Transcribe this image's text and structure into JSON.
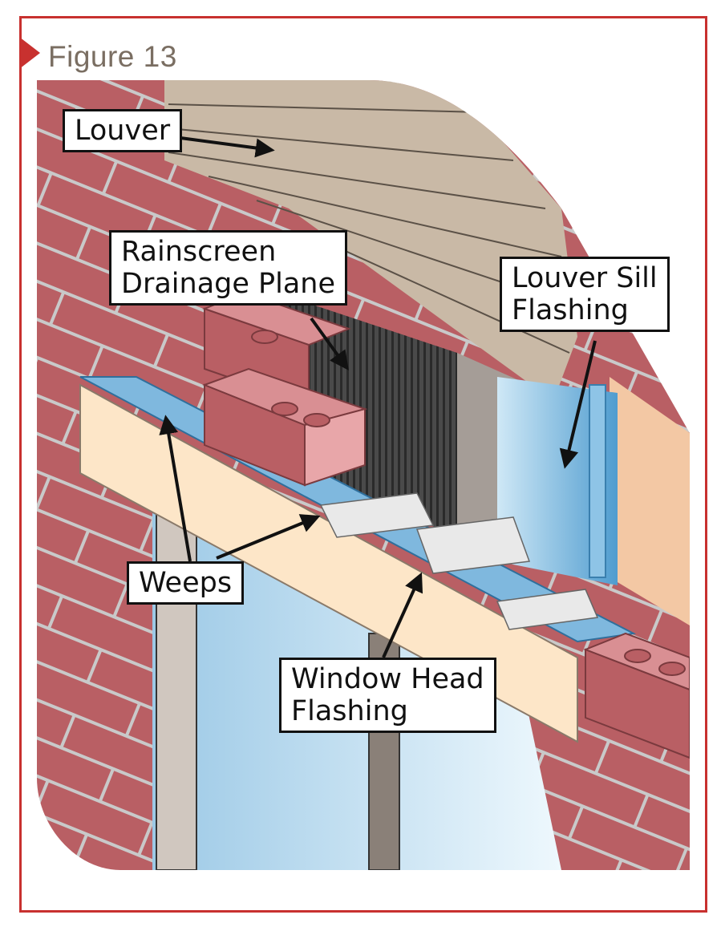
{
  "figure": {
    "title": "Figure 13",
    "accent_color": "#c8312f",
    "title_color": "#7a6e62"
  },
  "callouts": {
    "louver": "Louver",
    "rainscreen": [
      "Rainscreen",
      "Drainage Plane"
    ],
    "louver_sill": [
      "Louver Sill",
      "Flashing"
    ],
    "weeps": "Weeps",
    "window_head": [
      "Window Head",
      "Flashing"
    ]
  },
  "colors": {
    "brick": "#b95f64",
    "brick_face": "#d98f93",
    "mortar": "#c9c9c9",
    "louver": "#c9b9a6",
    "drainage_plane": "#3c3c3c",
    "flashing": "#7fb8de",
    "lintel": "#fde6c8",
    "window_glass": "#d4ecf8"
  }
}
